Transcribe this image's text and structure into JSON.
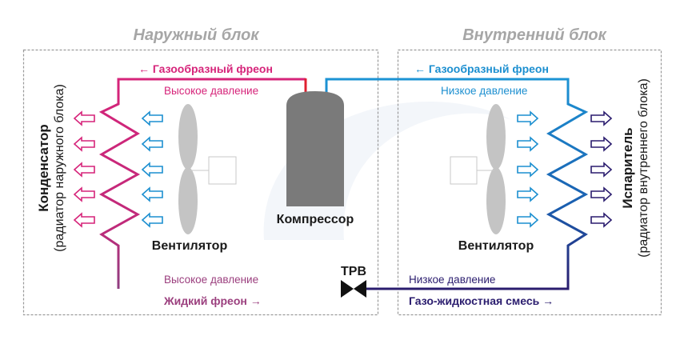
{
  "outdoor_unit": {
    "title": "Наружный блок",
    "top_flow_label": "← Газообразный фреон",
    "top_pressure_label": "Высокое давление",
    "bottom_pressure_label": "Высокое давление",
    "bottom_flow_label": "Жидкий фреон →",
    "fan_label": "Вентилятор",
    "coil_title": "Конденсатор",
    "coil_subtitle": "(радиатор наружного блока)"
  },
  "indoor_unit": {
    "title": "Внутренний блок",
    "top_flow_label": "← Газообразный фреон",
    "top_pressure_label": "Низкое давление",
    "bottom_pressure_label": "Низкое давление",
    "bottom_flow_label": "Газо-жидкостная смесь →",
    "fan_label": "Вентилятор",
    "coil_title": "Испаритель",
    "coil_subtitle": "(радиатор внутреннего блока)"
  },
  "compressor_label": "Компрессор",
  "valve_label": "ТРВ",
  "colors": {
    "hot": "#d6247a",
    "hot_liquid": "#9b3f7e",
    "cold": "#1c8fd0",
    "mix": "#2a1c6e",
    "compressor": "#7a7a7a",
    "fan": "#c4c4c4"
  }
}
